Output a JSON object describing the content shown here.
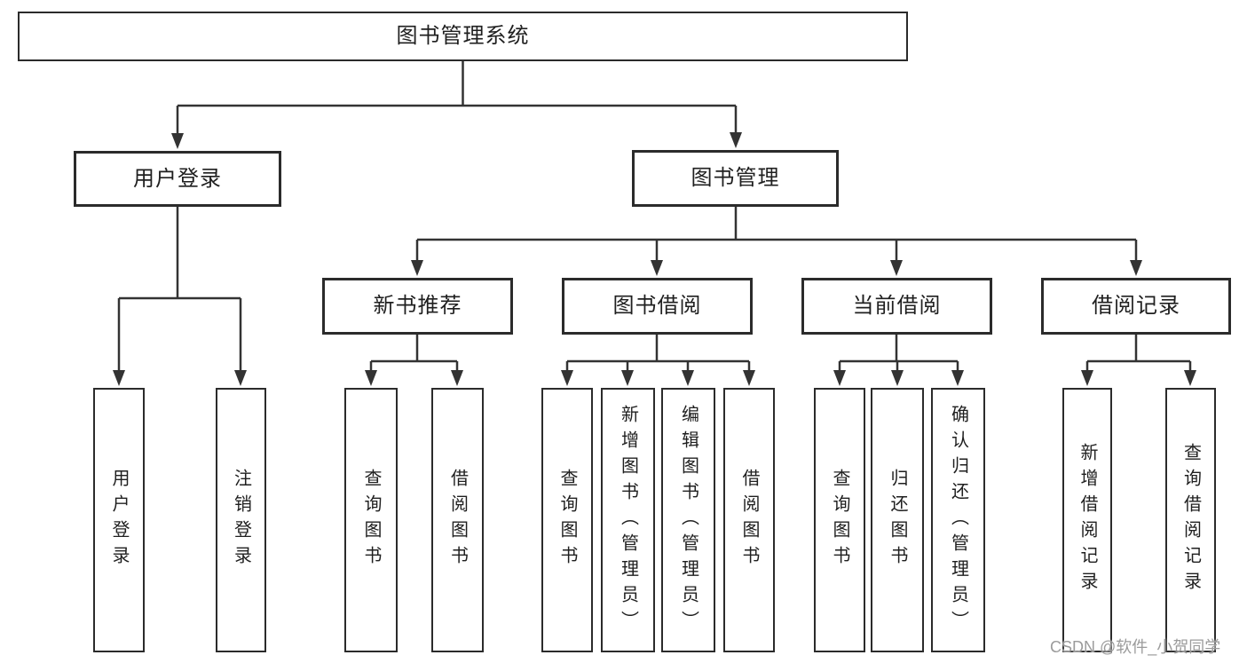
{
  "nodes": {
    "root": "图书管理系统",
    "user_login": "用户登录",
    "book_mgmt": "图书管理",
    "new_book_rec": "新书推荐",
    "book_borrow": "图书借阅",
    "current_borrow": "当前借阅",
    "borrow_records": "借阅记录",
    "ul_login": "用户登录",
    "ul_logout": "注销登录",
    "nr_query_book": "查询图书",
    "nr_borrow_book": "借阅图书",
    "bb_query_book": "查询图书",
    "bb_add_book": "新增图书（管理员）",
    "bb_edit_book": "编辑图书（管理员）",
    "bb_borrow_book": "借阅图书",
    "cb_query_book": "查询图书",
    "cb_return_book": "归还图书",
    "cb_confirm_return": "确认归还（管理员）",
    "br_add_record": "新增借阅记录",
    "br_query_record": "查询借阅记录"
  },
  "watermark": "CSDN @软件_小贺同学",
  "colors": {
    "line": "#333333",
    "box_border": "#2b2b2b",
    "text": "#1f1f1f",
    "watermark": "#9b9b9b",
    "background": "#ffffff"
  }
}
